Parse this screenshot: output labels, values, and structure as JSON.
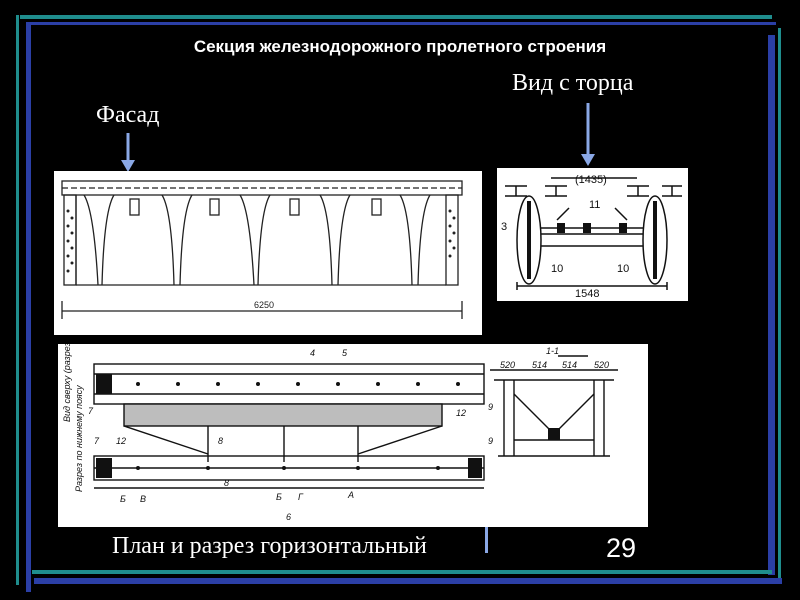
{
  "slide": {
    "title": "Секция железнодорожного пролетного строения",
    "label_facade": "Фасад",
    "label_end_view": "Вид с торца",
    "label_plan": "План и разрез горизонтальный",
    "page_number": "29",
    "colors": {
      "background": "#000000",
      "frame_teal": "#1f8d8d",
      "frame_blue": "#2b3fa6",
      "arrow": "#8aa8e6",
      "text": "#ffffff"
    }
  },
  "facade_drawing": {
    "dimension": "6250"
  },
  "end_drawing": {
    "gauge": "(1435)",
    "width": "1548",
    "callout_3": "3",
    "callout_11": "11",
    "callout_10_left": "10",
    "callout_10_right": "10"
  },
  "plan_drawing": {
    "side_label_top": "Вид сверху (разрез снят)",
    "side_label_bottom": "Разрез по нижнему поясу",
    "callouts": {
      "c4": "4",
      "c5": "5",
      "c7a": "7",
      "c7b": "7",
      "c12a": "12",
      "c12b": "12",
      "c8a": "8",
      "c8b": "8",
      "c6": "6",
      "cB1": "Б",
      "cB2": "В",
      "cA": "А",
      "cG": "Г",
      "cB3": "Б"
    },
    "section_title": "1-1",
    "section_dims": [
      "520",
      "514",
      "514",
      "520"
    ],
    "section_callouts": {
      "c9": "9",
      "c9b": "9"
    }
  }
}
